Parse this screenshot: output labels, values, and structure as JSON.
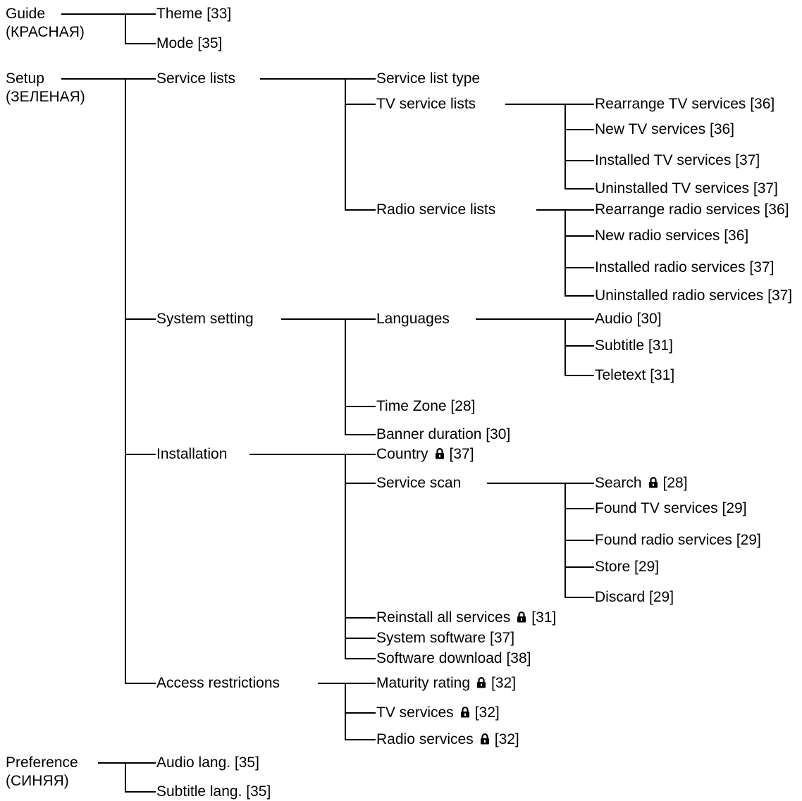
{
  "menu": {
    "guide": {
      "label": "Guide",
      "sub": "(КРАСНАЯ)",
      "items": [
        "Theme [33]",
        "Mode [35]"
      ]
    },
    "setup": {
      "label": "Setup",
      "sub": "(ЗЕЛЕНАЯ)",
      "service_lists": {
        "label": "Service lists",
        "type": "Service list type",
        "tv": {
          "label": "TV service lists",
          "items": [
            "Rearrange TV services [36]",
            "New TV services [36]",
            "Installed TV services [37]",
            "Uninstalled TV services [37]"
          ]
        },
        "radio": {
          "label": "Radio service lists",
          "items": [
            "Rearrange radio services [36]",
            "New radio services [36]",
            "Installed radio services [37]",
            "Uninstalled radio services [37]"
          ]
        }
      },
      "system_setting": {
        "label": "System setting",
        "languages": {
          "label": "Languages",
          "items": [
            "Audio [30]",
            "Subtitle [31]",
            "Teletext [31]"
          ]
        },
        "time_zone": "Time Zone [28]",
        "banner": "Banner duration [30]"
      },
      "installation": {
        "label": "Installation",
        "country": {
          "name": "Country",
          "ref": "[37]"
        },
        "service_scan": {
          "label": "Service scan",
          "search": {
            "name": "Search",
            "ref": "[28]"
          },
          "items": [
            "Found TV services [29]",
            "Found radio services [29]",
            "Store [29]",
            "Discard [29]"
          ]
        },
        "reinstall": {
          "name": "Reinstall all services",
          "ref": "[31]"
        },
        "system_software": "System software [37]",
        "software_download": "Software download [38]"
      },
      "access": {
        "label": "Access restrictions",
        "maturity": {
          "name": "Maturity rating",
          "ref": "[32]"
        },
        "tv": {
          "name": "TV services",
          "ref": "[32]"
        },
        "radio": {
          "name": "Radio services",
          "ref": "[32]"
        }
      }
    },
    "preference": {
      "label": "Preference",
      "sub": "(СИНЯЯ)",
      "items": [
        "Audio lang. [35]",
        "Subtitle lang. [35]"
      ]
    }
  },
  "lock_icon": "padlock-icon"
}
